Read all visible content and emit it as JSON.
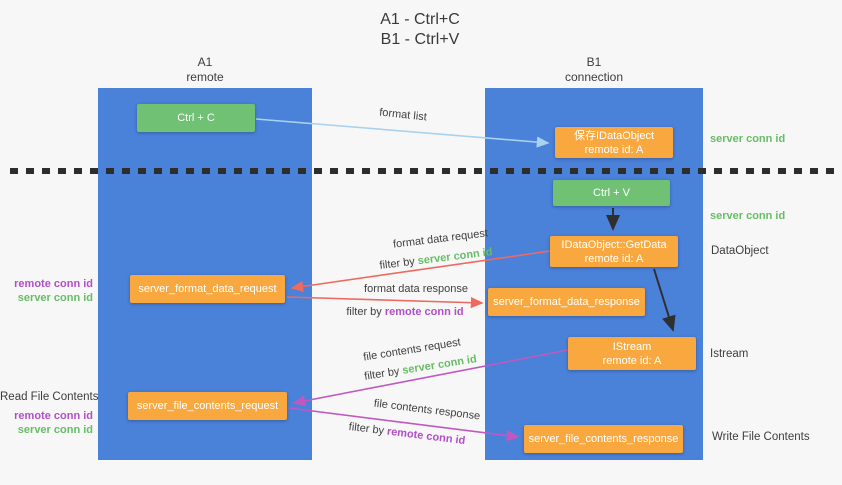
{
  "title": {
    "line1": "A1 - Ctrl+C",
    "line2": "B1 - Ctrl+V"
  },
  "lanes": {
    "a": {
      "name": "A1",
      "role": "remote"
    },
    "b": {
      "name": "B1",
      "role": "connection"
    }
  },
  "nodes": {
    "ctrl_c": {
      "label": "Ctrl + C"
    },
    "save_idataobject": {
      "line1": "保存IDataObject",
      "line2": "remote id: A"
    },
    "ctrl_v": {
      "label": "Ctrl + V"
    },
    "idataobject_getdata": {
      "line1": "IDataObject::GetData",
      "line2": "remote id: A"
    },
    "server_format_data_request": {
      "label": "server_format_data_request"
    },
    "server_format_data_response": {
      "label": "server_format_data_response"
    },
    "istream": {
      "line1": "IStream",
      "line2": "remote id: A"
    },
    "server_file_contents_request": {
      "label": "server_file_contents_request"
    },
    "server_file_contents_response": {
      "label": "server_file_contents_response"
    }
  },
  "edge_labels": {
    "format_list": "format list",
    "format_data_request": "format data request",
    "format_data_response": "format data response",
    "file_contents_request": "file contents request",
    "file_contents_response": "file contents response",
    "filter_by": "filter by",
    "server_conn_id": "server conn id",
    "remote_conn_id": "remote conn id"
  },
  "annotations": {
    "right": {
      "server_conn_id_top": "server conn id",
      "server_conn_id_mid": "server conn id",
      "dataobject": "DataObject",
      "istream": "Istream",
      "write_file_contents": "Write File Contents"
    },
    "left": {
      "remote_conn_id_top": "remote conn id",
      "server_conn_id_top": "server conn id",
      "read_file_contents": "Read File Contents",
      "remote_conn_id_bottom": "remote conn id",
      "server_conn_id_bottom": "server conn id"
    }
  },
  "colors": {
    "lane_blue": "#4a81d9",
    "node_green": "#71c175",
    "node_orange": "#f9a83f",
    "arrow_light_blue": "#a9d2f0",
    "arrow_black": "#2f2f2f",
    "arrow_red": "#ee6a60",
    "arrow_magenta": "#c158c1",
    "text_green": "#67bd66",
    "text_purple": "#b14fc8",
    "background": "#f7f7f7"
  }
}
